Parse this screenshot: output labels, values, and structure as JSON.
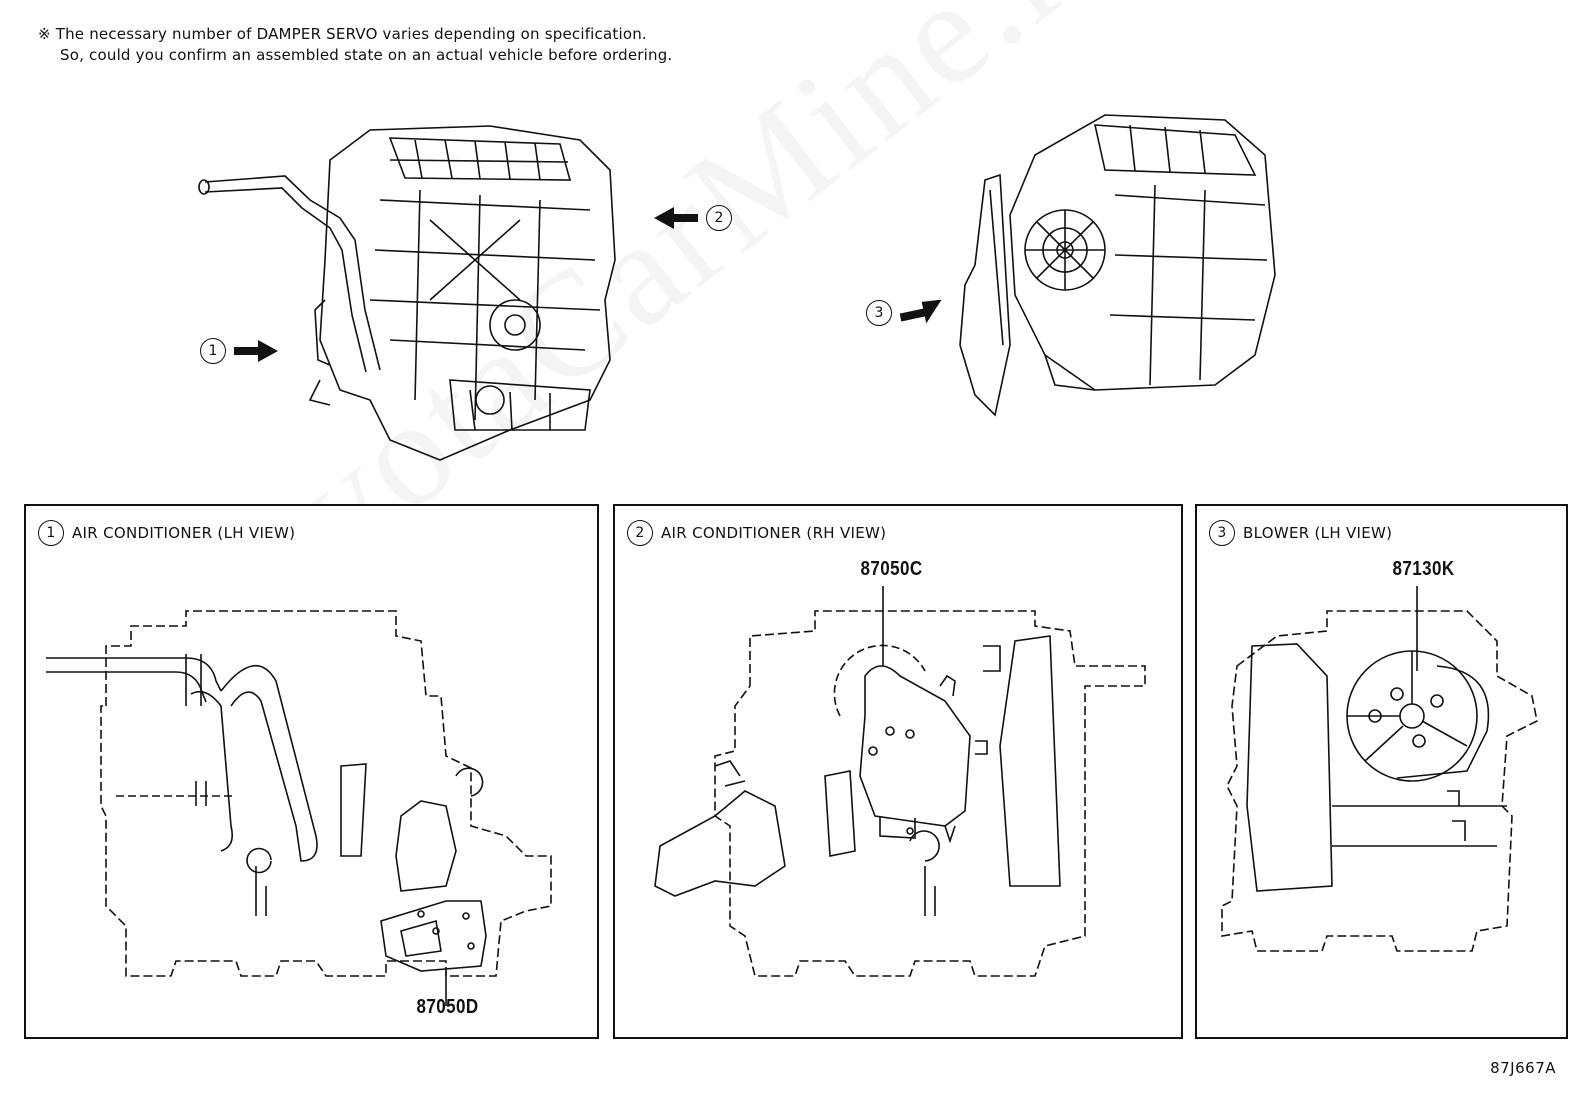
{
  "note": {
    "line1": "※ The necessary number of DAMPER SERVO varies depending on specification.",
    "line2": "So, could you confirm an assembled state on an actual vehicle before ordering."
  },
  "callouts": {
    "c1": "1",
    "c2": "2",
    "c3": "3"
  },
  "panels": [
    {
      "num": "1",
      "title": "AIR CONDITIONER (LH VIEW)",
      "part": "87050D"
    },
    {
      "num": "2",
      "title": "AIR CONDITIONER (RH VIEW)",
      "part": "87050C"
    },
    {
      "num": "3",
      "title": "BLOWER (LH VIEW)",
      "part": "87130K"
    }
  ],
  "illustration_code": "87J667A",
  "watermark": "ToyotaCarMine.ru"
}
